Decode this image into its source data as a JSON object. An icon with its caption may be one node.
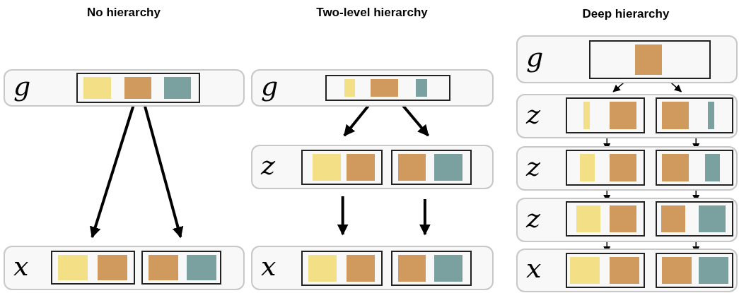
{
  "diagram": {
    "nodes": [
      {
        "text": [
          "g"
        ]
      },
      {
        "text": [],
        "shape": "box",
        "in": 0
      },
      {
        "text": [
          "x"
        ]
      },
      {
        "text": [],
        "shape": "box",
        "in": 2
      },
      {
        "text": [],
        "shape": "box",
        "in": 2
      },
      {
        "text": [
          "g"
        ]
      },
      {
        "text": [],
        "shape": "box",
        "in": 5
      },
      {
        "text": [
          "z"
        ]
      },
      {
        "text": [],
        "shape": "box",
        "in": 7
      },
      {
        "text": [],
        "shape": "box",
        "in": 7
      },
      {
        "text": [
          "x"
        ]
      },
      {
        "text": [],
        "shape": "box",
        "in": 10
      },
      {
        "text": [],
        "shape": "box",
        "in": 10
      },
      {
        "text": [
          "g"
        ]
      },
      {
        "text": [],
        "shape": "box",
        "in": 13
      },
      {
        "text": [
          "z"
        ]
      },
      {
        "text": [],
        "shape": "box",
        "in": 15
      },
      {
        "text": [],
        "shape": "box",
        "in": 15
      },
      {
        "text": [
          "z"
        ]
      },
      {
        "text": [],
        "shape": "box",
        "in": 18
      },
      {
        "text": [],
        "shape": "box",
        "in": 18
      },
      {
        "text": [
          "z"
        ]
      },
      {
        "text": [],
        "shape": "box",
        "in": 21
      },
      {
        "text": [],
        "shape": "box",
        "in": 21
      },
      {
        "text": [
          "x"
        ]
      },
      {
        "text": [],
        "shape": "box",
        "in": 24
      },
      {
        "text": [],
        "shape": "box",
        "in": 24
      }
    ],
    "edges": [
      {
        "from": 1,
        "to": 3,
        "arrow": "to",
        "style": "thick"
      },
      {
        "from": 1,
        "to": 4,
        "arrow": "to",
        "style": "thick"
      },
      {
        "from": 6,
        "to": 8,
        "arrow": "to",
        "style": "thick"
      },
      {
        "from": 6,
        "to": 9,
        "arrow": "to",
        "style": "thick"
      },
      {
        "from": 8,
        "to": 11,
        "arrow": "to",
        "style": "thick"
      },
      {
        "from": 9,
        "to": 12,
        "arrow": "to",
        "style": "thick"
      },
      {
        "from": 14,
        "to": 16,
        "arrow": "to"
      },
      {
        "from": 14,
        "to": 17,
        "arrow": "to"
      },
      {
        "from": 16,
        "to": 19,
        "arrow": "to"
      },
      {
        "from": 17,
        "to": 20,
        "arrow": "to"
      },
      {
        "from": 19,
        "to": 22,
        "arrow": "to"
      },
      {
        "from": 20,
        "to": 23,
        "arrow": "to"
      },
      {
        "from": 22,
        "to": 25,
        "arrow": "to"
      },
      {
        "from": 23,
        "to": 26,
        "arrow": "to"
      }
    ],
    "labels": [
      "No hierarchy",
      "Two-level hierarchy",
      "Deep hierarchy"
    ]
  }
}
